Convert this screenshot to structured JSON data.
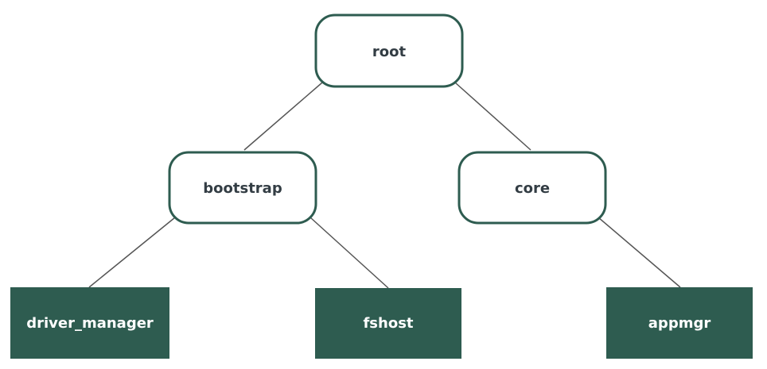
{
  "colors": {
    "node_border": "#2e5c50",
    "leaf_fill": "#2e5c50",
    "node_text": "#333d44",
    "leaf_text": "#ffffff",
    "edge": "#555555"
  },
  "nodes": {
    "root": {
      "label": "root"
    },
    "bootstrap": {
      "label": "bootstrap"
    },
    "core": {
      "label": "core"
    },
    "driver_manager": {
      "label": "driver_manager"
    },
    "fshost": {
      "label": "fshost"
    },
    "appmgr": {
      "label": "appmgr"
    }
  },
  "edges": [
    {
      "from": "root",
      "to": "bootstrap"
    },
    {
      "from": "root",
      "to": "core"
    },
    {
      "from": "bootstrap",
      "to": "driver_manager"
    },
    {
      "from": "bootstrap",
      "to": "fshost"
    },
    {
      "from": "core",
      "to": "appmgr"
    }
  ]
}
